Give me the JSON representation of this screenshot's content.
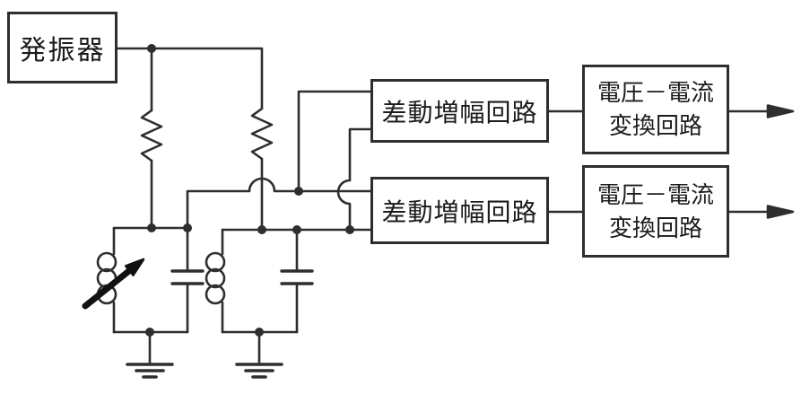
{
  "figure": {
    "type": "circuit-block-diagram",
    "colors": {
      "line": "#2e2e2e",
      "text": "#1c1c1c",
      "background": "#ffffff"
    },
    "blocks": {
      "oscillator": {
        "label": "発振器"
      },
      "diff_amp_top": {
        "label": "差動増幅回路"
      },
      "diff_amp_bottom": {
        "label": "差動増幅回路"
      },
      "vi_converter_top": {
        "line1": "電圧－電流",
        "line2": "変換回路"
      },
      "vi_converter_bottom": {
        "line1": "電圧－電流",
        "line2": "変換回路"
      }
    },
    "symbols": {
      "resistors": 2,
      "inductors": 2,
      "variable_inductor_arrow": 1,
      "capacitors": 2,
      "grounds": 2,
      "output_arrows": 2
    }
  }
}
